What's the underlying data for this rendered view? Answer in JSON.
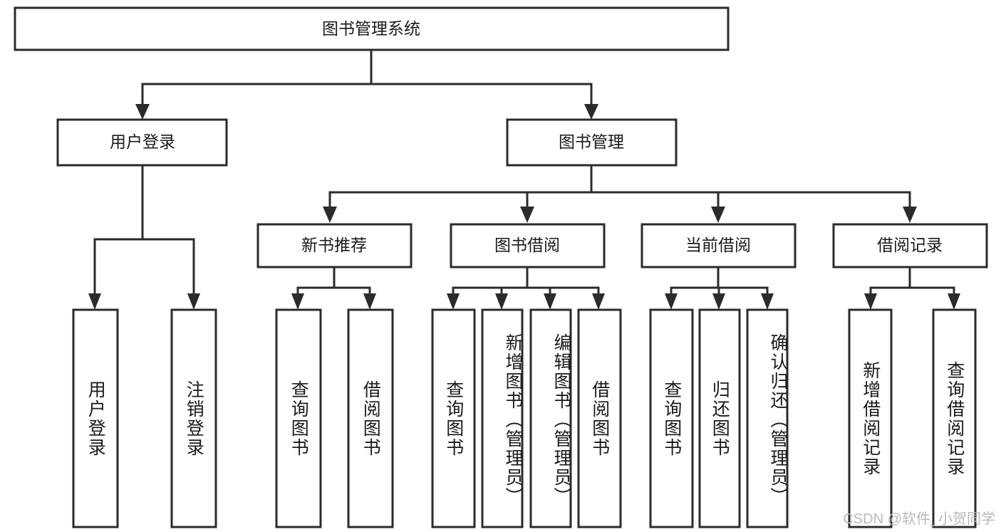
{
  "diagram": {
    "title_node": {
      "label": "图书管理系统"
    },
    "level2": [
      {
        "id": "user-login",
        "label": "用户登录"
      },
      {
        "id": "book-management",
        "label": "图书管理"
      }
    ],
    "level3": [
      {
        "id": "new-book-recommend",
        "label": "新书推荐"
      },
      {
        "id": "book-borrow",
        "label": "图书借阅"
      },
      {
        "id": "current-borrow",
        "label": "当前借阅"
      },
      {
        "id": "borrow-record",
        "label": "借阅记录"
      }
    ],
    "leaves": [
      {
        "id": "leaf-user-login",
        "label": "用户登录",
        "group": "user-login"
      },
      {
        "id": "leaf-logout-login",
        "label": "注销登录",
        "group": "user-login"
      },
      {
        "id": "leaf-query-book-1",
        "label": "查询图书",
        "group": "new-book-recommend"
      },
      {
        "id": "leaf-borrow-book-1",
        "label": "借阅图书",
        "group": "new-book-recommend"
      },
      {
        "id": "leaf-query-book-2",
        "label": "查询图书",
        "group": "book-borrow"
      },
      {
        "id": "leaf-add-book",
        "label": "新增图书（管理员）",
        "group": "book-borrow"
      },
      {
        "id": "leaf-edit-book",
        "label": "编辑图书（管理员）",
        "group": "book-borrow"
      },
      {
        "id": "leaf-borrow-book-2",
        "label": "借阅图书",
        "group": "book-borrow"
      },
      {
        "id": "leaf-query-book-3",
        "label": "查询图书",
        "group": "current-borrow"
      },
      {
        "id": "leaf-return-book",
        "label": "归还图书",
        "group": "current-borrow"
      },
      {
        "id": "leaf-confirm-return",
        "label": "确认归还（管理员）",
        "group": "current-borrow"
      },
      {
        "id": "leaf-add-record",
        "label": "新增借阅记录",
        "group": "borrow-record"
      },
      {
        "id": "leaf-query-record",
        "label": "查询借阅记录",
        "group": "borrow-record"
      }
    ],
    "watermark": "CSDN @软件_小贺同学",
    "colors": {
      "stroke": "#2b2b2b",
      "fill": "#ffffff",
      "text": "#1a1a1a",
      "watermark": "#b9b9b9"
    }
  }
}
